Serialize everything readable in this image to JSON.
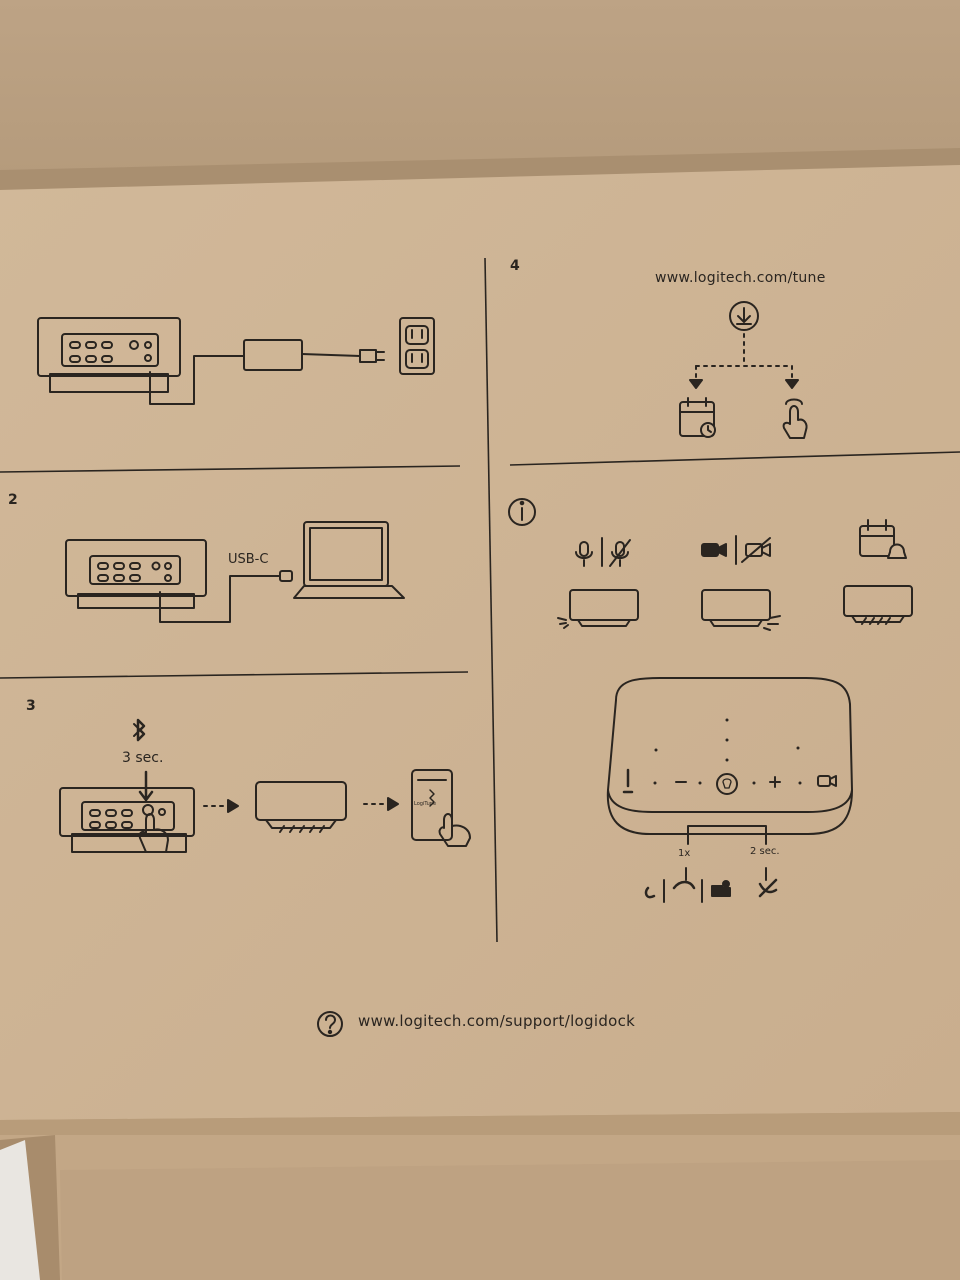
{
  "steps": [
    "2",
    "3",
    "4"
  ],
  "labels": {
    "usb_c": "USB-C",
    "bt_hold": "3 sec.",
    "app_name": "LogiTune",
    "tune_url": "www.logitech.com/tune",
    "press_once": "1x",
    "press_hold": "2 sec.",
    "support_url": "www.logitech.com/support/logidock"
  },
  "icons": [
    "power-outlet-icon",
    "power-adapter-icon",
    "laptop-icon",
    "bluetooth-icon",
    "finger-press-icon",
    "smartphone-icon",
    "download-icon",
    "calendar-clock-icon",
    "touch-icon",
    "info-icon",
    "mic-icon",
    "mic-muted-icon",
    "camera-icon",
    "camera-off-icon",
    "calendar-bell-icon",
    "phone-answer-icon",
    "phone-hangup-icon",
    "teams-icon",
    "call-end-icon",
    "question-icon"
  ],
  "colors": {
    "cardboard": "#cdb394",
    "ink": "#2a2520",
    "shadow": "#a88c6c"
  }
}
